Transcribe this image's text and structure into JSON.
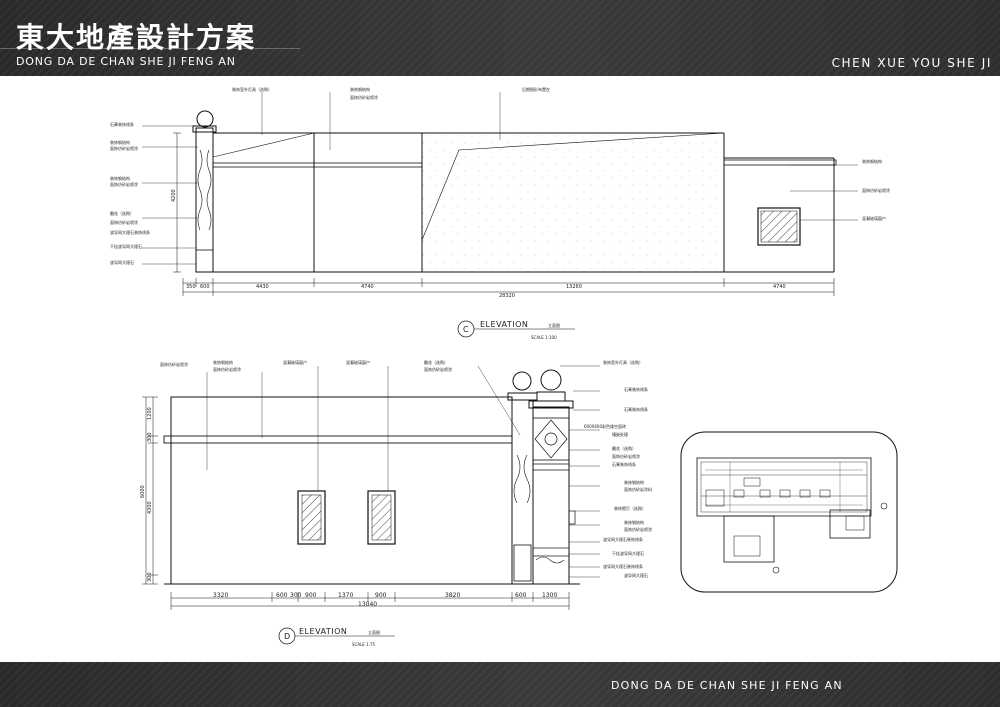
{
  "header": {
    "title_cn": "東大地產設計方案",
    "title_en": "DONG DA DE CHAN SHE JI FENG AN",
    "brand": "CHEN XUE YOU SHE JI"
  },
  "footer": {
    "text": "DONG DA DE CHAN SHE JI FENG AN"
  },
  "elevation_c": {
    "label": "ELEVATION",
    "subtitle": "立面图",
    "circle": "C",
    "scale": "SCALE  1:100",
    "dims": [
      "350",
      "600",
      "4430",
      "4740",
      "13260",
      "4740"
    ],
    "total": "28320",
    "height": "4200",
    "notes": {
      "lamp": "装饰室外灯具（选购）",
      "steel": "装饰钢结构",
      "steel_paint": "面饰仿砂岩喷涂",
      "back_panel": "后期图形布置在",
      "stone_line": "石膏装饰线条",
      "steel2": "装饰钢结构",
      "paint2": "面饰仿砂岩喷涂",
      "steel3": "装饰钢结构",
      "paint3": "面饰仿砂岩喷涂",
      "carve": "雕花（选购）",
      "paint4": "面饰仿砂岩喷涂",
      "marble_line": "波导网大理石装饰线条",
      "granite": "干挂波导网大理石",
      "base": "波导网大理石",
      "right_steel": "装饰钢结构",
      "right_paint": "面饰仿砂岩喷涂",
      "window": "混凝玻璃窗户"
    }
  },
  "elevation_d": {
    "label": "ELEVATION",
    "subtitle": "立面图",
    "circle": "D",
    "scale": "SCALE  1:75",
    "dims": [
      "3320",
      "600",
      "300",
      "900",
      "1370",
      "900",
      "3820",
      "600",
      "1300"
    ],
    "total": "13040",
    "v_dims": [
      "1200",
      "300",
      "4300",
      "300"
    ],
    "v_total": "6000",
    "notes": {
      "left_paint": "面饰仿砂岩喷涂",
      "steel": "装饰钢结构",
      "steel_paint": "面饰仿砂岩喷涂",
      "window1": "混凝玻璃窗户",
      "window2": "混凝玻璃窗户",
      "carve": "雕花（选购）",
      "carve_paint": "面饰仿砂岩喷涂",
      "lamp": "装饰室外灯具（选购）",
      "stone_line": "石膏装饰线条",
      "stone_line2": "石膏装饰线条",
      "tile": "600X600彩色镂空面砖",
      "tile_note": "镶嵌处理",
      "carve2": "雕花（选购）",
      "paint2": "面饰仿砂岩喷涂",
      "stone_line3": "石膏装饰线条",
      "steel2": "装饰钢结构",
      "paint3": "面饰仿砂岩涂料",
      "lamp2": "装饰壁灯（选购）",
      "steel3": "装饰钢结构",
      "paint4": "面饰仿砂岩喷涂",
      "marble_line": "波导网大理石装饰线条",
      "granite": "干挂波导网大理石",
      "marble_line2": "波导网大理石装饰线条",
      "base": "波导网大理石"
    }
  },
  "colors": {
    "bar": "#333333",
    "line": "#111111",
    "paper": "#ffffff"
  }
}
